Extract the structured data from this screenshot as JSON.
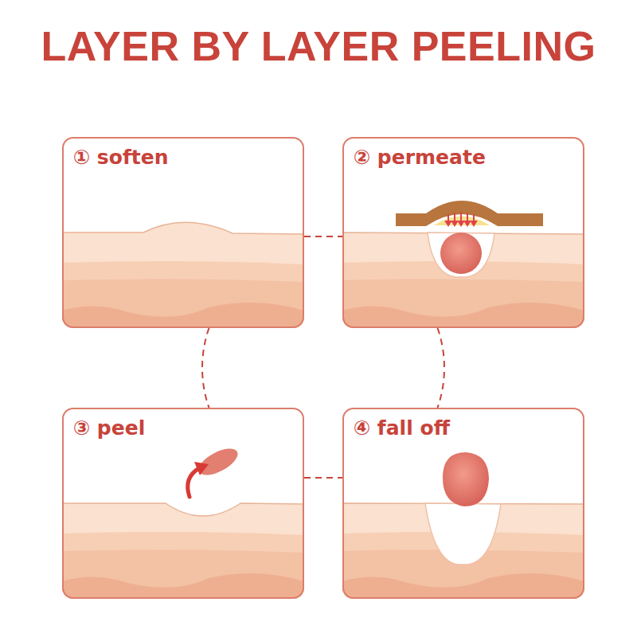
{
  "diagram": {
    "title": "LAYER BY LAYER PEELING",
    "nodes": [
      {
        "text": [
          "① soften"
        ]
      },
      {
        "text": [
          "② permeate"
        ]
      },
      {
        "text": [
          "③ peel"
        ]
      },
      {
        "text": [
          "④ fall off"
        ]
      }
    ],
    "edges": [
      {
        "from": 0,
        "to": 1,
        "arrow": "none"
      },
      {
        "from": 2,
        "to": 3,
        "arrow": "none"
      },
      {
        "from": 0,
        "to": 2,
        "arrow": "none"
      },
      {
        "from": 1,
        "to": 3,
        "arrow": "none"
      }
    ]
  }
}
